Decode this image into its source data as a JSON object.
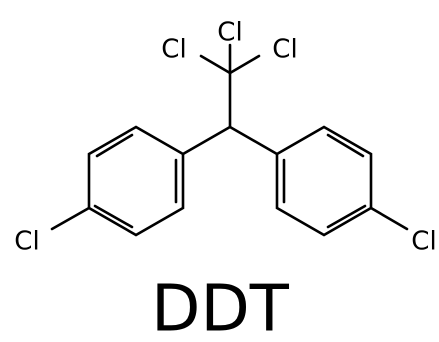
{
  "molecule": {
    "name": "DDT",
    "atoms": {
      "cl_top": "Cl",
      "cl_upper_left": "Cl",
      "cl_upper_right": "Cl",
      "cl_left": "Cl",
      "cl_right": "Cl"
    }
  },
  "colors": {
    "ink": "#000000",
    "background": "#ffffff"
  }
}
